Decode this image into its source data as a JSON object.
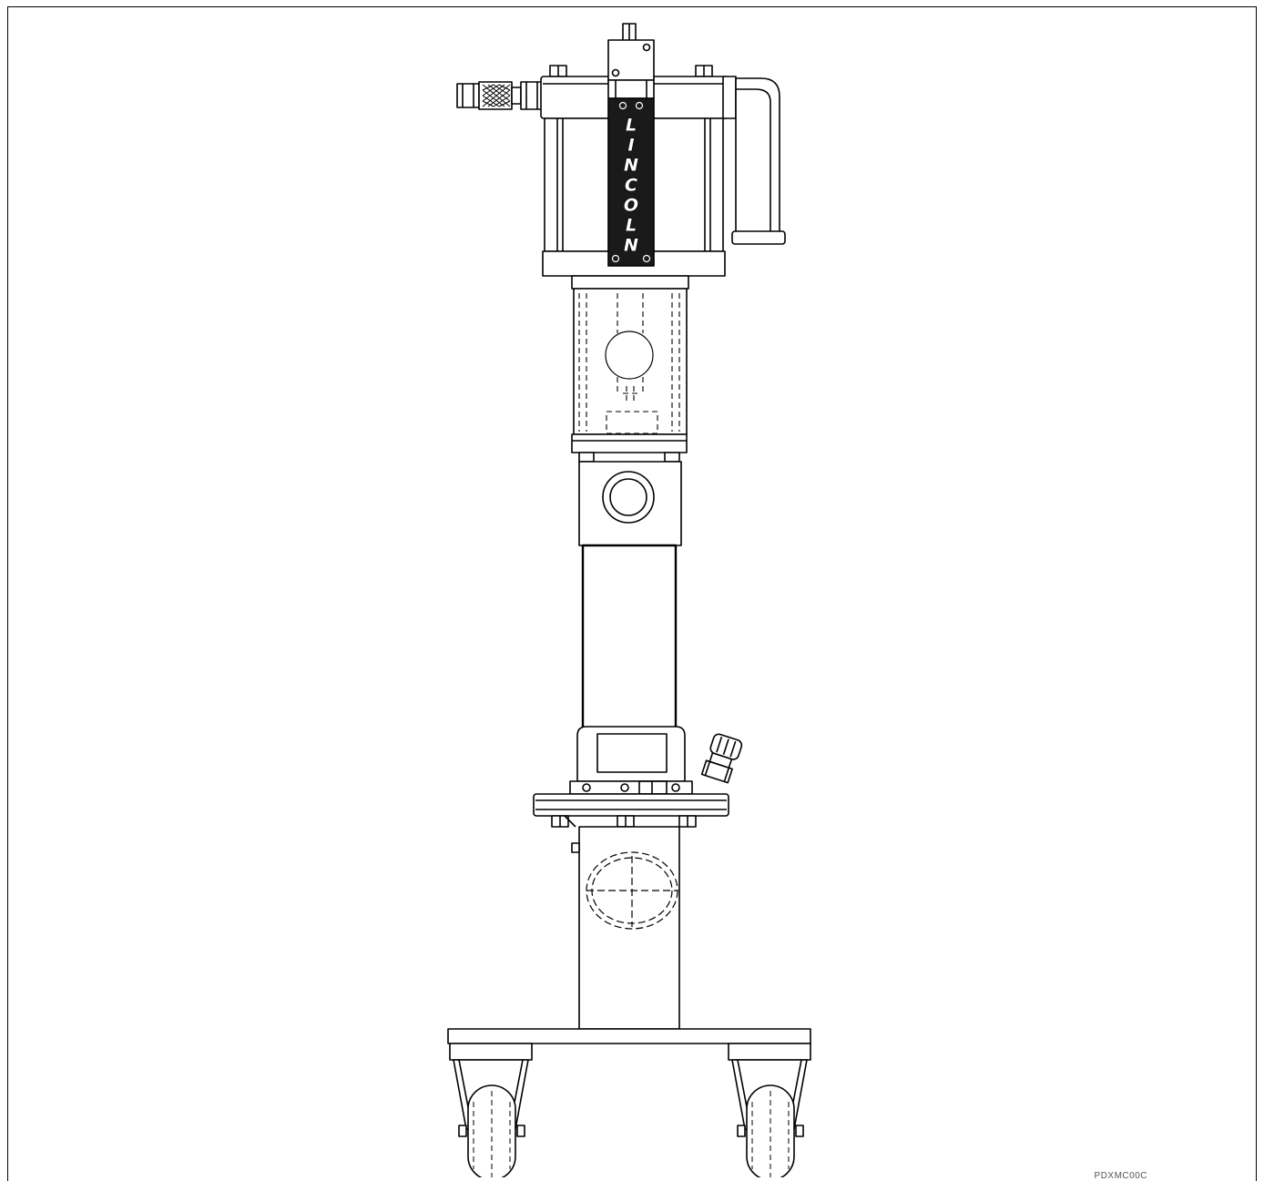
{
  "drawing": {
    "subject": "Lincoln pneumatic pump on mobile cart",
    "brand_logo_text": "LINCOLN",
    "drawing_code": "PDXMC00C"
  },
  "colors": {
    "line": "#000000",
    "paper": "#ffffff",
    "logo_plate": "#1a1a1a"
  }
}
